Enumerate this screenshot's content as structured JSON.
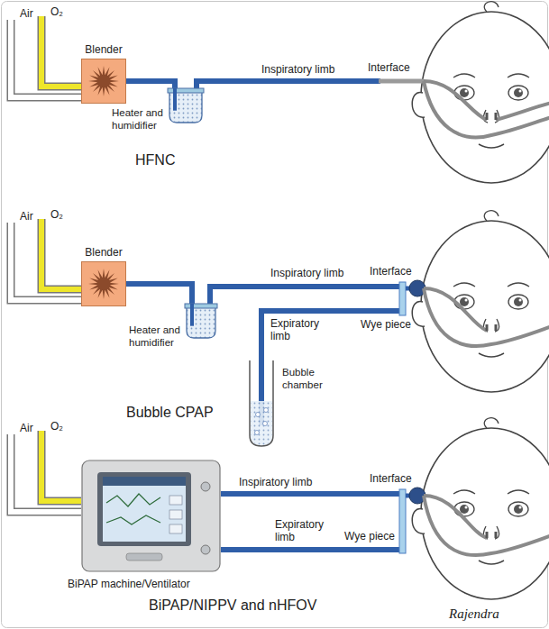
{
  "diagram": {
    "nodes": [
      {
        "text": [
          "Blender"
        ]
      },
      {
        "text": [
          "Heater and humidifier"
        ]
      },
      {
        "text": [
          "Blender"
        ]
      },
      {
        "text": [
          "Heater and humidifier"
        ]
      },
      {
        "text": [
          "Bubble chamber"
        ]
      },
      {
        "text": [
          "BiPAP machine/Ventilator"
        ]
      }
    ],
    "edges": [
      {
        "from": 0,
        "to": 1,
        "arrow": "none"
      },
      {
        "from": 2,
        "to": 3,
        "arrow": "none"
      }
    ],
    "labels": [
      "Air",
      "O₂",
      "Inspiratory limb",
      "Interface",
      "HFNC",
      "Air",
      "O₂",
      "Inspiratory limb",
      "Expiratory limb",
      "Interface",
      "Wye piece",
      "Bubble CPAP",
      "Air",
      "O₂",
      "Inspiratory limb",
      "Interface",
      "Expiratory limb",
      "Wye piece",
      "BiPAP/NIPPV and nHFOV",
      "Rajendra"
    ]
  }
}
